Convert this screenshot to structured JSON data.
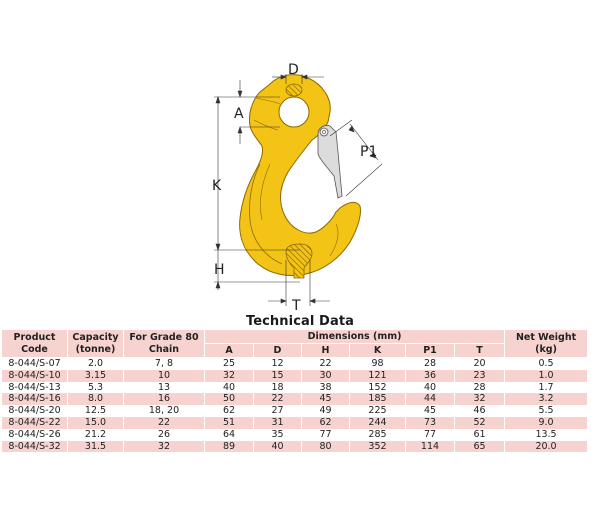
{
  "diagram": {
    "labels": {
      "D": "D",
      "A": "A",
      "K": "K",
      "H": "H",
      "P1": "P1",
      "T": "T"
    },
    "colors": {
      "hook_fill": "#f3c315",
      "hook_stroke": "#8a6a00",
      "latch_fill": "#d9d9d9",
      "dimension_line": "#333333"
    }
  },
  "table": {
    "title": "Technical Data",
    "headers": {
      "product_code": "Product Code",
      "capacity": "Capacity (tonne)",
      "grade80": "For Grade 80 Chain",
      "dimensions": "Dimensions (mm)",
      "dims": [
        "A",
        "D",
        "H",
        "K",
        "P1",
        "T"
      ],
      "net_weight": "Net Weight (kg)"
    },
    "header_color": "#f7d3cf",
    "rows": [
      {
        "code": "8-044/S-07",
        "capacity": "2.0",
        "chain": "7, 8",
        "A": "25",
        "D": "12",
        "H": "22",
        "K": "98",
        "P1": "28",
        "T": "20",
        "weight": "0.5"
      },
      {
        "code": "8-044/S-10",
        "capacity": "3.15",
        "chain": "10",
        "A": "32",
        "D": "15",
        "H": "30",
        "K": "121",
        "P1": "36",
        "T": "23",
        "weight": "1.0"
      },
      {
        "code": "8-044/S-13",
        "capacity": "5.3",
        "chain": "13",
        "A": "40",
        "D": "18",
        "H": "38",
        "K": "152",
        "P1": "40",
        "T": "28",
        "weight": "1.7"
      },
      {
        "code": "8-044/S-16",
        "capacity": "8.0",
        "chain": "16",
        "A": "50",
        "D": "22",
        "H": "45",
        "K": "185",
        "P1": "44",
        "T": "32",
        "weight": "3.2"
      },
      {
        "code": "8-044/S-20",
        "capacity": "12.5",
        "chain": "18, 20",
        "A": "62",
        "D": "27",
        "H": "49",
        "K": "225",
        "P1": "45",
        "T": "46",
        "weight": "5.5"
      },
      {
        "code": "8-044/S-22",
        "capacity": "15.0",
        "chain": "22",
        "A": "51",
        "D": "31",
        "H": "62",
        "K": "244",
        "P1": "73",
        "T": "52",
        "weight": "9.0"
      },
      {
        "code": "8-044/S-26",
        "capacity": "21.2",
        "chain": "26",
        "A": "64",
        "D": "35",
        "H": "77",
        "K": "285",
        "P1": "77",
        "T": "61",
        "weight": "13.5"
      },
      {
        "code": "8-044/S-32",
        "capacity": "31.5",
        "chain": "32",
        "A": "89",
        "D": "40",
        "H": "80",
        "K": "352",
        "P1": "114",
        "T": "65",
        "weight": "20.0"
      }
    ]
  }
}
